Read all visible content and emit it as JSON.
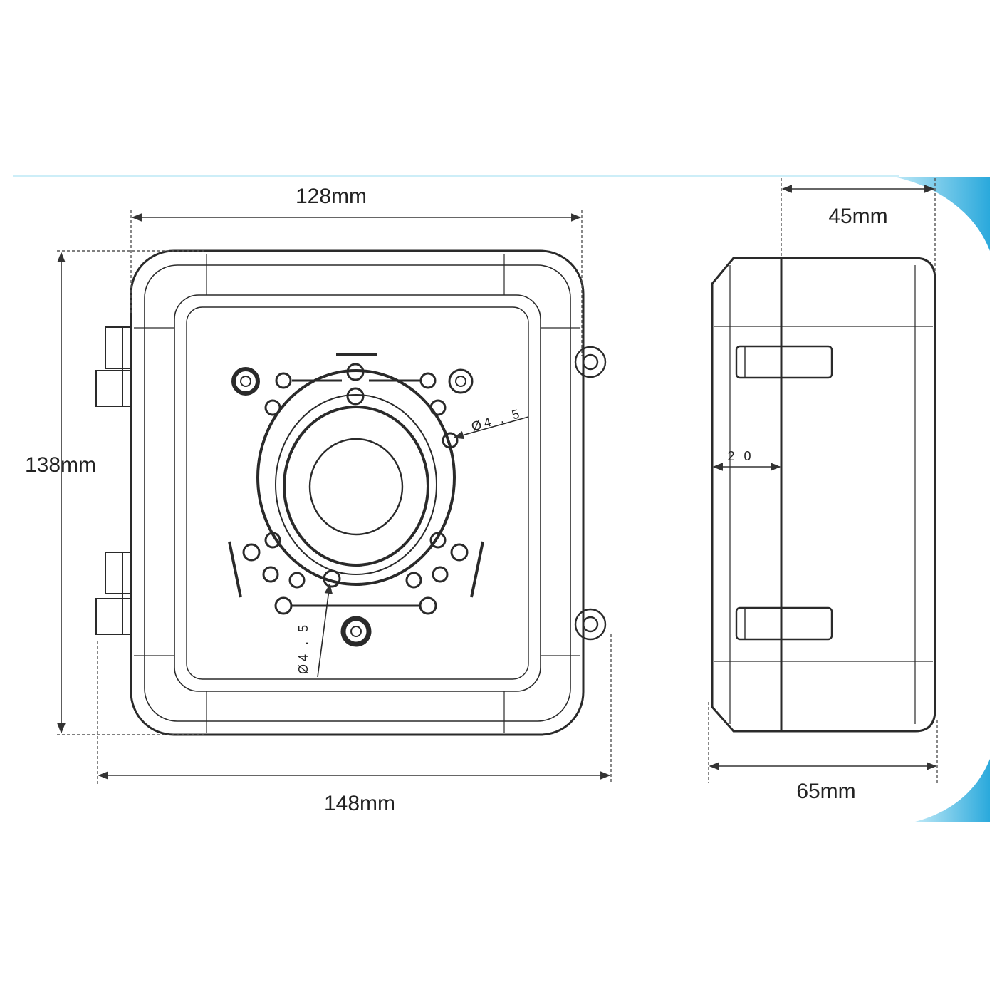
{
  "diagram": {
    "front_view": {
      "dimensions": {
        "width_top": "128mm",
        "height_left": "138mm",
        "width_bottom": "148mm"
      },
      "hole_callouts": {
        "upper_right": "Ø4 . 5",
        "lower_left": "Ø4 . 5"
      }
    },
    "side_view": {
      "dimensions": {
        "depth_top": "45mm",
        "depth_bottom": "65mm",
        "inner_depth": "2 0"
      }
    },
    "colors": {
      "line": "#2a2a2a",
      "dim_line": "#555555",
      "accent": "#3ab7e0"
    }
  }
}
